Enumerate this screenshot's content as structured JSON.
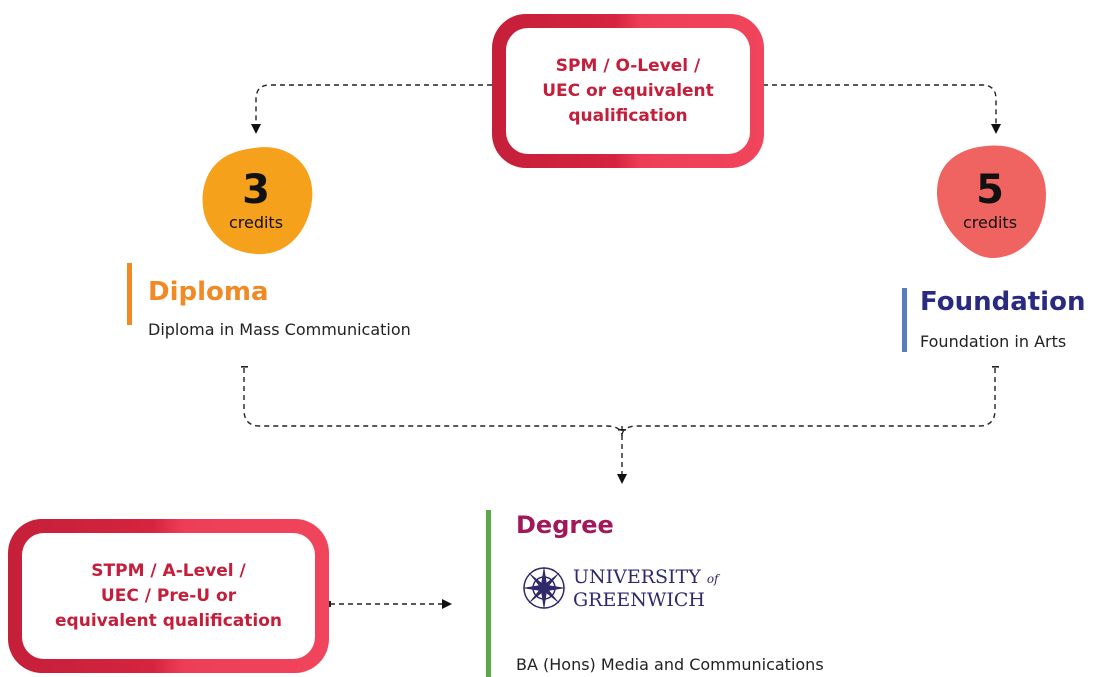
{
  "entry_top": {
    "line1": "SPM / O-Level /",
    "line2": "UEC or equivalent",
    "line3": "qualification"
  },
  "entry_bottom": {
    "line1": "STPM / A-Level /",
    "line2": "UEC / Pre-U or",
    "line3": "equivalent qualification"
  },
  "diploma": {
    "credits_number": "3",
    "credits_label": "credits",
    "title": "Diploma",
    "course": "Diploma in Mass Communication",
    "color": "#f5a11c",
    "bar_color": "#f08a24"
  },
  "foundation": {
    "credits_number": "5",
    "credits_label": "credits",
    "title": "Foundation",
    "course": "Foundation in Arts",
    "color": "#ef6461",
    "bar_color": "#5b7ec2"
  },
  "degree": {
    "title": "Degree",
    "university_line1": "UNIVERSITY",
    "university_of": "of",
    "university_line2": "GREENWICH",
    "course": "BA (Hons) Media and Communications",
    "bar_color": "#5aa946",
    "title_color": "#a0185a"
  },
  "icons": {
    "university_emblem": "compass-rose-icon"
  }
}
